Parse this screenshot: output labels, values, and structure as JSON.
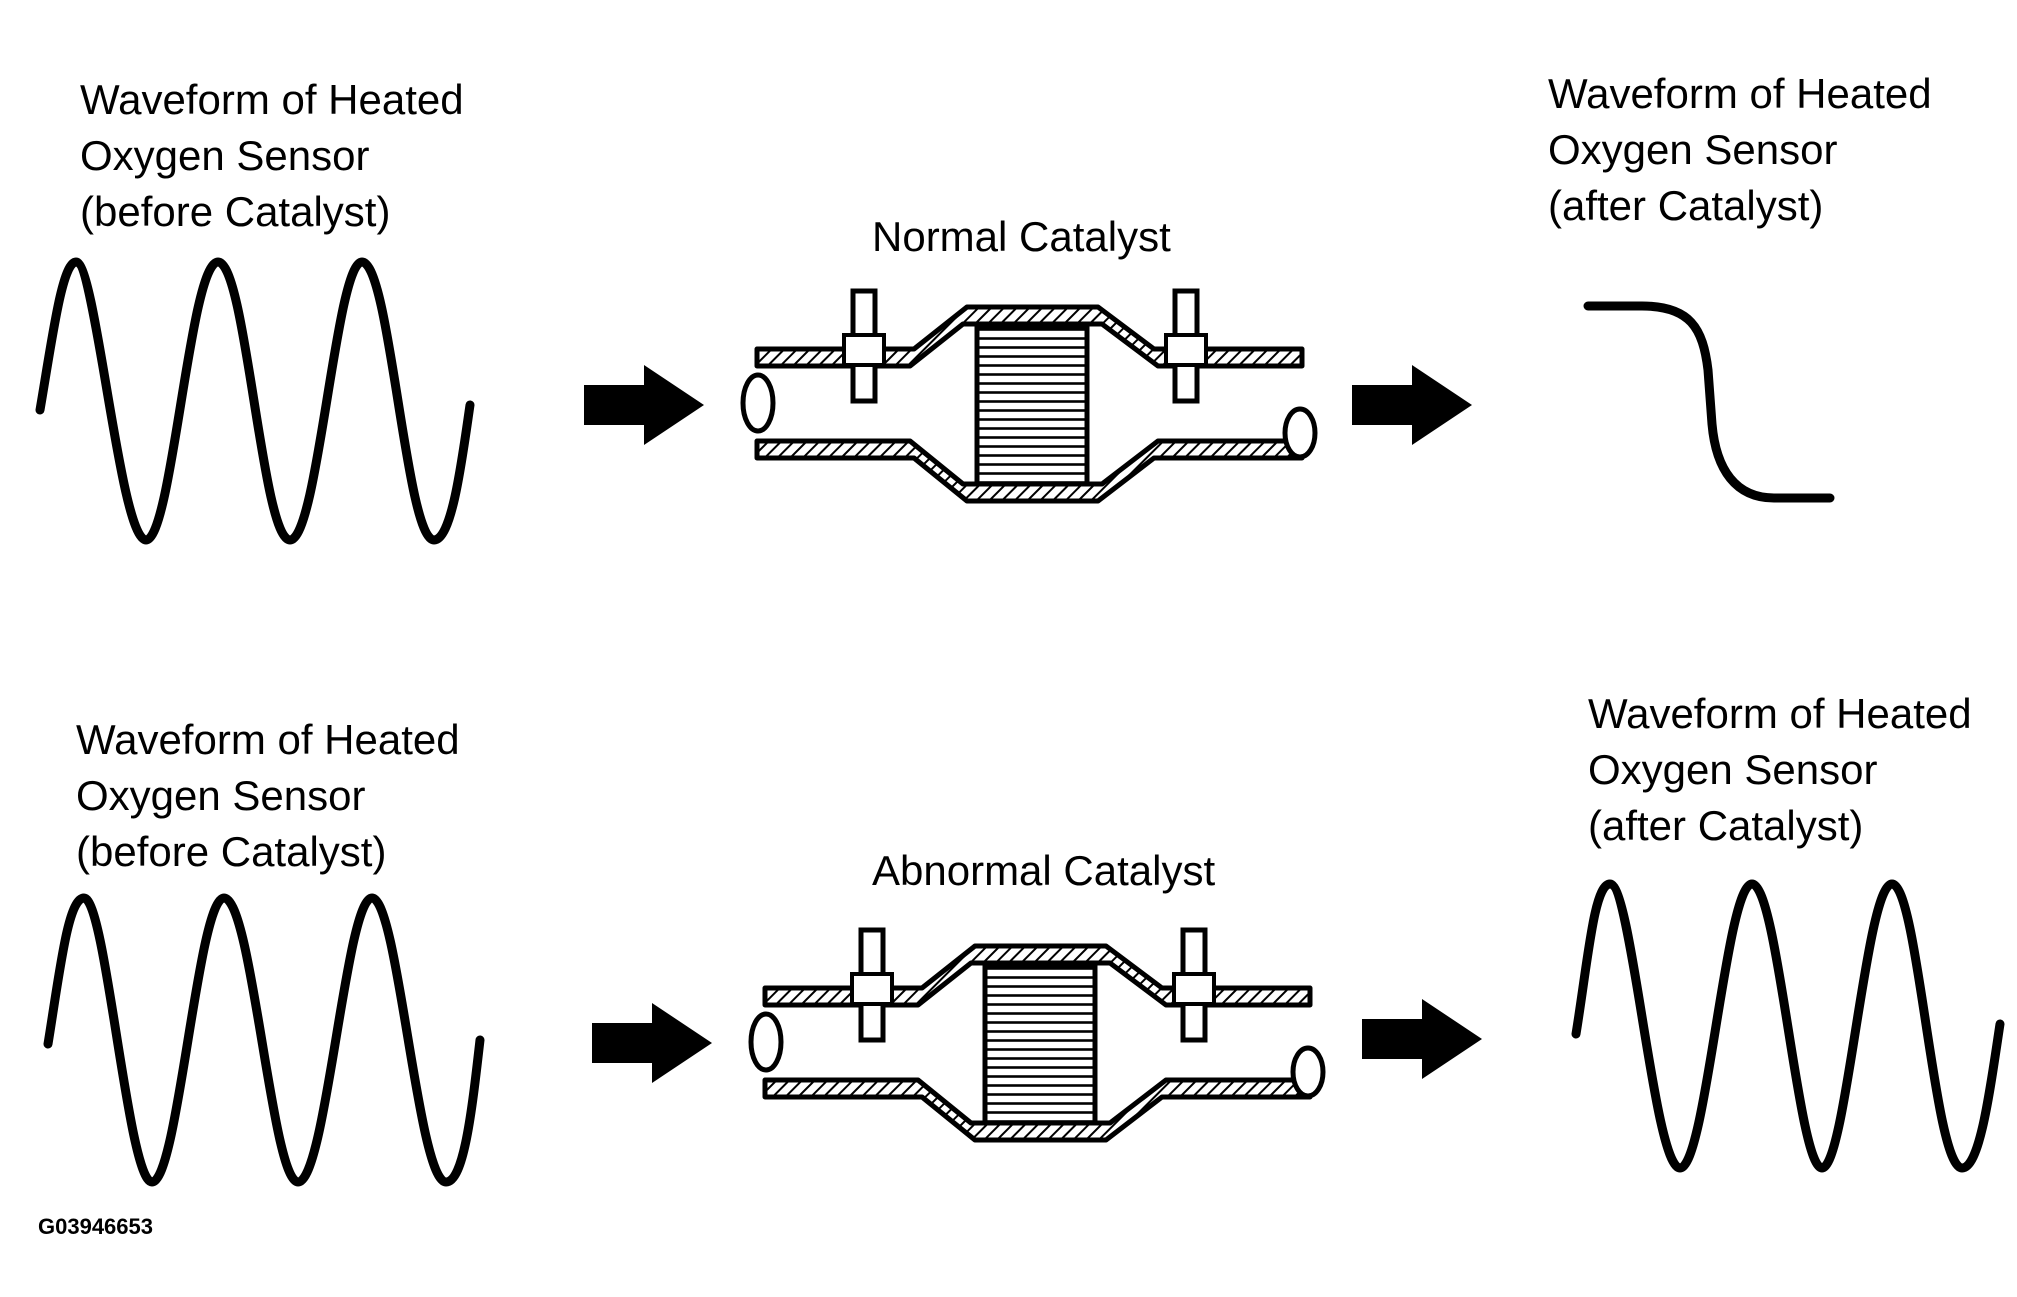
{
  "rows": [
    {
      "before_label": [
        "Waveform of Heated",
        "Oxygen Sensor",
        "(before Catalyst)"
      ],
      "catalyst_title": "Normal Catalyst",
      "after_label": [
        "Waveform of Heated",
        "Oxygen Sensor",
        "(after Catalyst)"
      ],
      "after_waveform": "single-transition"
    },
    {
      "before_label": [
        "Waveform of Heated",
        "Oxygen Sensor",
        "(before Catalyst)"
      ],
      "catalyst_title": "Abnormal Catalyst",
      "after_label": [
        "Waveform of Heated",
        "Oxygen Sensor",
        "(after Catalyst)"
      ],
      "after_waveform": "oscillating"
    }
  ],
  "figure_code": "G03946653"
}
